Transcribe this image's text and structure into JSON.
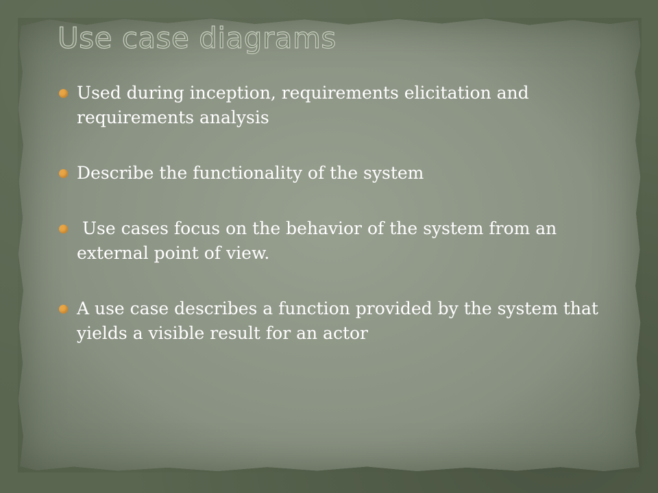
{
  "slide": {
    "title": "Use case diagrams",
    "accent_color": "#e8a545",
    "bullets": [
      {
        "text": "Used during inception, requirements elicitation and requirements analysis"
      },
      {
        "text": "Describe the functionality of the system"
      },
      {
        "text": " Use cases focus on the behavior of the system from an external point of view."
      },
      {
        "text": "A use case describes a function provided by the system that yields a visible result for an actor"
      }
    ]
  }
}
